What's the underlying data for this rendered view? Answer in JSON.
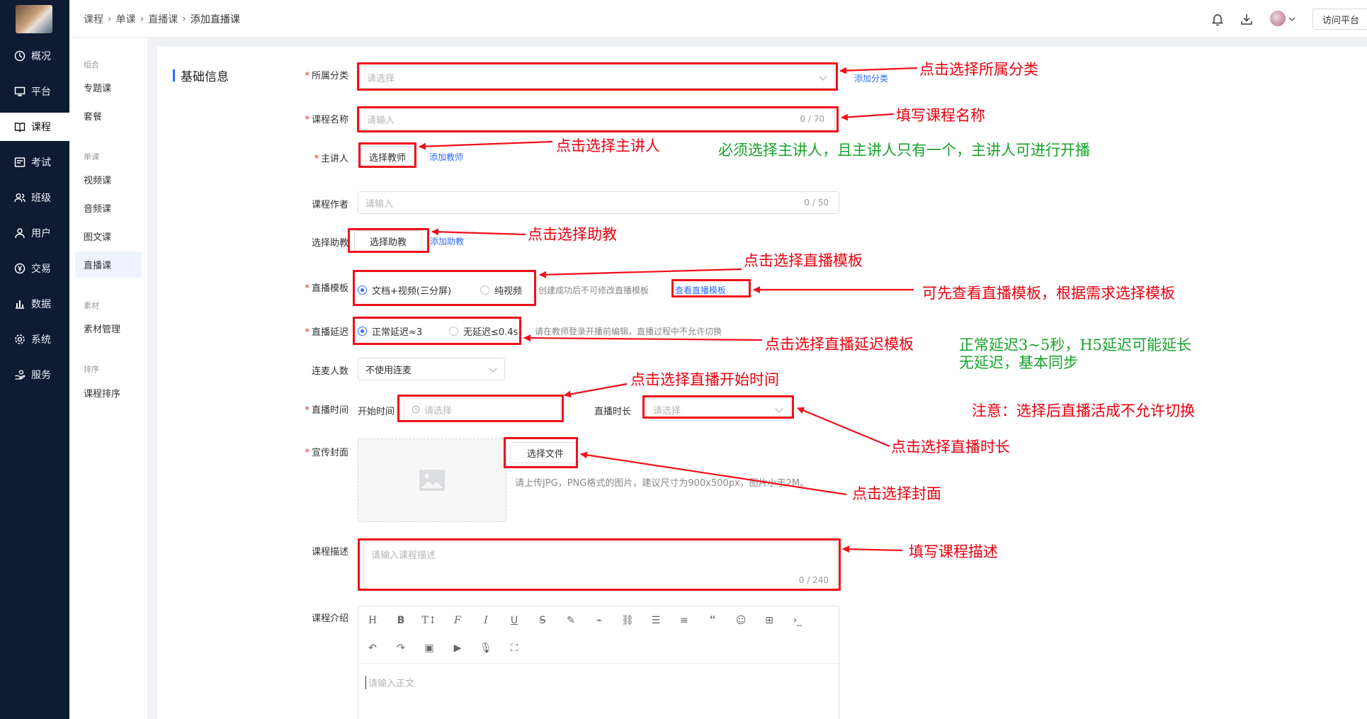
{
  "nav": {
    "items": [
      {
        "label": "概况",
        "icon": "clock-icon"
      },
      {
        "label": "平台",
        "icon": "monitor-icon"
      },
      {
        "label": "课程",
        "icon": "book-icon"
      },
      {
        "label": "考试",
        "icon": "exam-icon"
      },
      {
        "label": "班级",
        "icon": "group-icon"
      },
      {
        "label": "用户",
        "icon": "user-icon"
      },
      {
        "label": "交易",
        "icon": "yen-icon"
      },
      {
        "label": "数据",
        "icon": "chart-icon"
      },
      {
        "label": "系统",
        "icon": "gear-icon"
      },
      {
        "label": "服务",
        "icon": "service-icon"
      }
    ],
    "active_index": 2
  },
  "submenu": {
    "groups": [
      {
        "title": "组合",
        "items": [
          "专题课",
          "套餐"
        ]
      },
      {
        "title": "单课",
        "items": [
          "视频课",
          "音频课",
          "图文课",
          "直播课"
        ]
      },
      {
        "title": "素材",
        "items": [
          "素材管理"
        ]
      },
      {
        "title": "排序",
        "items": [
          "课程排序"
        ]
      }
    ],
    "active": "直播课"
  },
  "header": {
    "breadcrumb": [
      "课程",
      "单课",
      "直播课",
      "添加直播课"
    ],
    "visit_label": "访问平台"
  },
  "form": {
    "section_title": "基础信息",
    "category": {
      "label": "所属分类",
      "placeholder": "请选择",
      "add_link": "添加分类"
    },
    "course_name": {
      "label": "课程名称",
      "placeholder": "请输入",
      "count": "0 / 70"
    },
    "lecturer": {
      "label": "主讲人",
      "button": "选择教师",
      "add_link": "添加教师"
    },
    "author": {
      "label": "课程作者",
      "placeholder": "请输入",
      "count": "0 / 50"
    },
    "assistant": {
      "label": "选择助教",
      "button": "选择助教",
      "add_link": "添加助教"
    },
    "template": {
      "label": "直播模板",
      "options": [
        "文档+视频(三分屏)",
        "纯视频"
      ],
      "selected": 0,
      "hint": "创建成功后不可修改直播模板",
      "link": "查看直播模板"
    },
    "delay": {
      "label": "直播延迟",
      "options": [
        "正常延迟≈3",
        "无延迟≤0.4s"
      ],
      "selected": 0,
      "hint": "请在教师登录开播前编辑，直播过程中不允许切换"
    },
    "mic": {
      "label": "连麦人数",
      "value": "不使用连麦"
    },
    "time": {
      "label": "直播时间",
      "start_label": "开始时间",
      "start_placeholder": "请选择",
      "duration_label": "直播时长",
      "duration_placeholder": "请选择"
    },
    "cover": {
      "label": "宣传封面",
      "button": "选择文件",
      "hint": "请上传JPG，PNG格式的图片，建议尺寸为900x500px，图片小于2M。"
    },
    "description": {
      "label": "课程描述",
      "placeholder": "请输入课程描述",
      "count": "0 / 240"
    },
    "intro": {
      "label": "课程介绍",
      "placeholder": "请输入正文"
    }
  },
  "annotations": {
    "category": "点击选择所属分类",
    "name": "填写课程名称",
    "lecturer": "点击选择主讲人",
    "lecturer_note": "必须选择主讲人，且主讲人只有一个，主讲人可进行开播",
    "assistant": "点击选择助教",
    "template": "点击选择直播模板",
    "template_view": "可先查看直播模板，根据需求选择模板",
    "delay": "点击选择直播延迟模板",
    "delay_note_1": "正常延迟3~5秒，H5延迟可能延长",
    "delay_note_2": "无延迟，基本同步",
    "start_time": "点击选择直播开始时间",
    "switch_note": "注意：选择后直播活成不允许切换",
    "duration": "点击选择直播时长",
    "cover": "点击选择封面",
    "description": "填写课程描述"
  }
}
